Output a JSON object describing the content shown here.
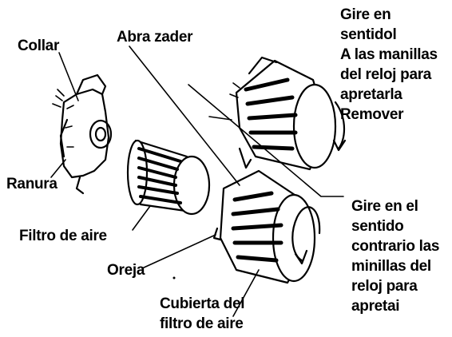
{
  "labels": {
    "collar": "Collar",
    "abra_zader": "Abra zader",
    "ranura": "Ranura",
    "filtro_de_aire": "Filtro de aire",
    "oreja": "Oreja",
    "cubierta": [
      "Cubierta del",
      "filtro de aire"
    ],
    "gire_horario": [
      "Gire en",
      "sentidol",
      "A las manillas",
      "del reloj para",
      "apretarla",
      "Remover"
    ],
    "gire_antihorario": [
      "Gire en el",
      "sentido",
      "contrario las",
      "minillas del",
      "reloj para",
      "apretai"
    ]
  },
  "colors": {
    "ink": "#000000",
    "paper": "#ffffff"
  }
}
